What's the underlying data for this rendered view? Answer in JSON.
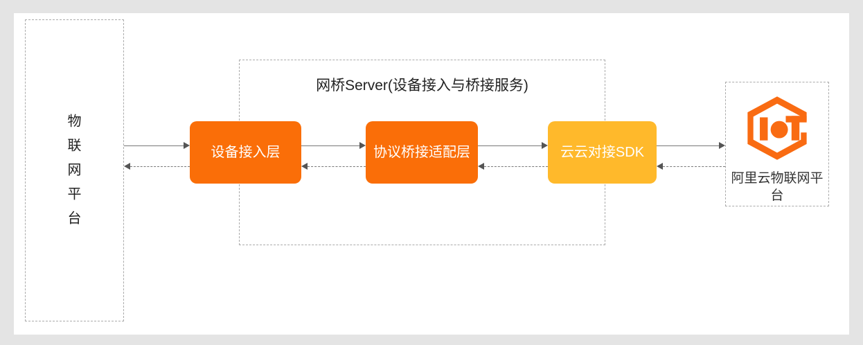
{
  "diagram": {
    "type": "architecture-flow",
    "background_color": "#e4e4e4",
    "canvas_color": "#ffffff",
    "left_platform": {
      "label_chars": [
        "物",
        "联",
        "网",
        "平",
        "台"
      ],
      "label": "物联网平台",
      "border_style": "dashed"
    },
    "bridge_server": {
      "title": "网桥Server(设备接入与桥接服务)",
      "border_style": "dashed",
      "nodes": [
        {
          "id": "access-layer",
          "label": "设备接入层",
          "color": "#fa6e08",
          "text_color": "#ffffff"
        },
        {
          "id": "adapter-layer",
          "label": "协议桥接适配层",
          "color": "#fa6e08",
          "text_color": "#ffffff"
        },
        {
          "id": "cloud-sdk",
          "label": "云云对接SDK",
          "color": "#ffb92b",
          "text_color": "#ffffff"
        }
      ]
    },
    "right_platform": {
      "logo_name": "iot-hexagon-logo",
      "logo_color": "#f96b12",
      "label": "阿里云物联网平台",
      "border_style": "dashed"
    },
    "connections": [
      {
        "from": "iot-platform",
        "to": "access-layer",
        "style": "solid",
        "direction": "right"
      },
      {
        "from": "access-layer",
        "to": "iot-platform",
        "style": "dashed",
        "direction": "left"
      },
      {
        "from": "access-layer",
        "to": "adapter-layer",
        "style": "solid",
        "direction": "right"
      },
      {
        "from": "adapter-layer",
        "to": "access-layer",
        "style": "dashed",
        "direction": "left"
      },
      {
        "from": "adapter-layer",
        "to": "cloud-sdk",
        "style": "solid",
        "direction": "right"
      },
      {
        "from": "cloud-sdk",
        "to": "adapter-layer",
        "style": "dashed",
        "direction": "left"
      },
      {
        "from": "cloud-sdk",
        "to": "aliyun-iot",
        "style": "solid",
        "direction": "right"
      },
      {
        "from": "aliyun-iot",
        "to": "cloud-sdk",
        "style": "dashed",
        "direction": "left"
      }
    ]
  }
}
